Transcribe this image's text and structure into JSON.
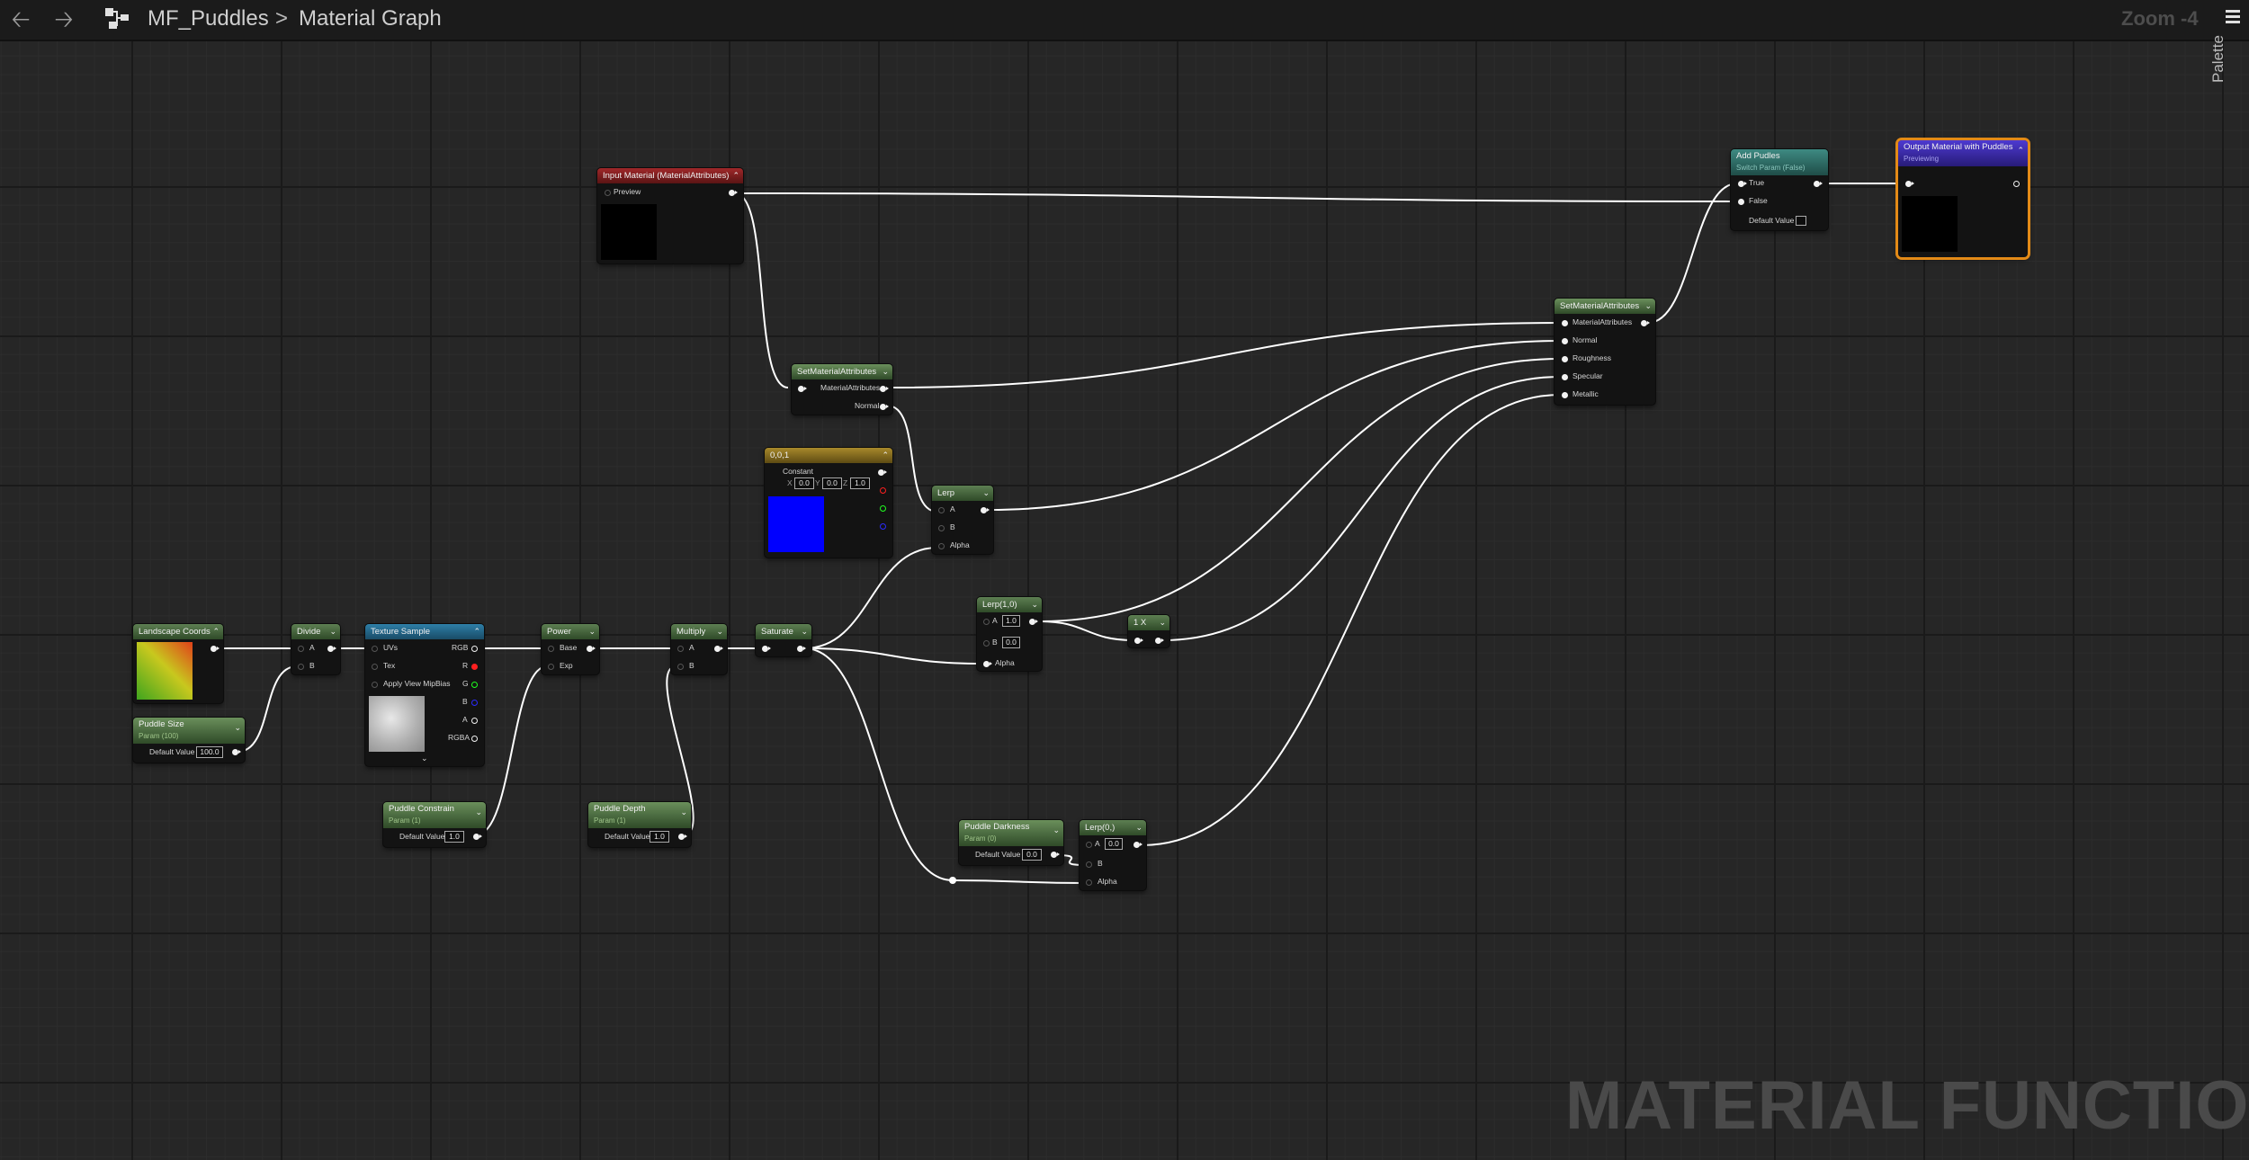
{
  "toolbar": {
    "back_icon": "back-arrow-icon",
    "forward_icon": "forward-arrow-icon",
    "breadcrumb_root": "MF_Puddles",
    "breadcrumb_separator": ">",
    "breadcrumb_current": "Material Graph",
    "zoom": "Zoom -4",
    "menu_icon": "hamburger-menu-icon"
  },
  "palette_label": "Palette",
  "watermark": "MATERIAL FUNCTION",
  "colors": {
    "graph_bg": "#262626",
    "wire": "#ffffff",
    "selection": "#e38a17",
    "red_channel": "#ff0000",
    "green_channel": "#00ff00",
    "blue_channel": "#0000ff"
  },
  "nodes": {
    "input_material": {
      "title": "Input Material (MaterialAttributes)",
      "pin_preview": "Preview"
    },
    "set_attrs_small": {
      "title": "SetMaterialAttributes",
      "pin_attrs": "MaterialAttributes",
      "pin_normal": "Normal"
    },
    "constant3": {
      "title": "0,0,1",
      "label": "Constant",
      "x_label": "X",
      "x": "0.0",
      "y_label": "Y",
      "y": "0.0",
      "z_label": "Z",
      "z": "1.0",
      "preview_color": "#0000ff"
    },
    "lerp": {
      "title": "Lerp",
      "pin_a": "A",
      "pin_b": "B",
      "pin_alpha": "Alpha"
    },
    "landscape_coords": {
      "title": "Landscape Coords"
    },
    "puddle_size": {
      "title": "Puddle Size",
      "sub": "Param (100)",
      "default_label": "Default Value",
      "default": "100.0"
    },
    "divide": {
      "title": "Divide",
      "pin_a": "A",
      "pin_b": "B"
    },
    "texture_sample": {
      "title": "Texture Sample",
      "pin_uvs": "UVs",
      "pin_tex": "Tex",
      "pin_mip": "Apply View MipBias",
      "out_rgb": "RGB",
      "out_r": "R",
      "out_g": "G",
      "out_b": "B",
      "out_a": "A",
      "out_rgba": "RGBA"
    },
    "power": {
      "title": "Power",
      "pin_base": "Base",
      "pin_exp": "Exp"
    },
    "multiply": {
      "title": "Multiply",
      "pin_a": "A",
      "pin_b": "B"
    },
    "saturate": {
      "title": "Saturate"
    },
    "lerp_1_0": {
      "title": "Lerp(1,0)",
      "pin_a": "A",
      "a": "1.0",
      "pin_b": "B",
      "b": "0.0",
      "pin_alpha": "Alpha"
    },
    "const_1x": {
      "title": "1 X"
    },
    "puddle_constrain": {
      "title": "Puddle Constrain",
      "sub": "Param (1)",
      "default_label": "Default Value",
      "default": "1.0"
    },
    "puddle_depth": {
      "title": "Puddle Depth",
      "sub": "Param (1)",
      "default_label": "Default Value",
      "default": "1.0"
    },
    "puddle_darkness": {
      "title": "Puddle Darkness",
      "sub": "Param (0)",
      "default_label": "Default Value",
      "default": "0.0"
    },
    "lerp_0": {
      "title": "Lerp(0,)",
      "pin_a": "A",
      "a": "0.0",
      "pin_b": "B",
      "pin_alpha": "Alpha"
    },
    "set_attrs_big": {
      "title": "SetMaterialAttributes",
      "pin_attrs": "MaterialAttributes",
      "pin_normal": "Normal",
      "pin_roughness": "Roughness",
      "pin_specular": "Specular",
      "pin_metallic": "Metallic"
    },
    "add_puddles": {
      "title": "Add Pudles",
      "sub": "Switch Param (False)",
      "pin_true": "True",
      "pin_false": "False",
      "default_label": "Default Value"
    },
    "output": {
      "title": "Output Material with Puddles",
      "sub": "Previewing"
    }
  }
}
